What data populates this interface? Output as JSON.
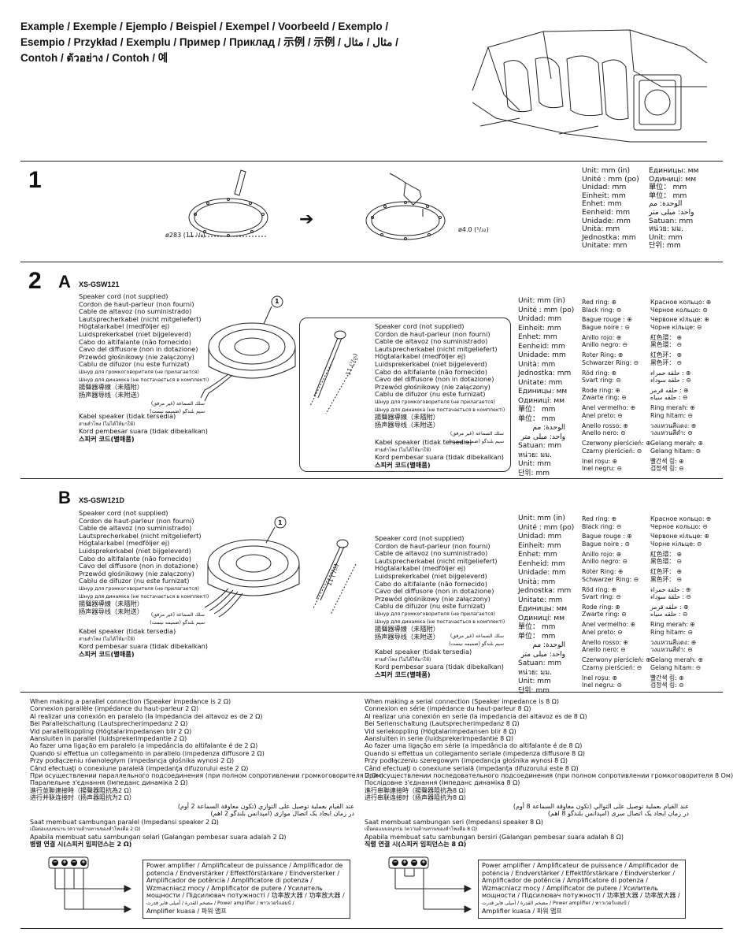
{
  "title_lines": [
    "Example / Exemple / Ejemplo / Beispiel / Exempel / Voorbeeld / Exemplo /",
    "Esempio / Przykład / Exemplu / Пример / Приклад / 示例 / 示例 / مثال / مثال /",
    "Contoh / ตัวอย่าง / Contoh / 예"
  ],
  "step1": {
    "number": "1",
    "diameter_label": "ø283 (11 ¹/₈)",
    "drill_label": "ø4.0 (⁵/₃₂)",
    "units_left": [
      "Unit: mm (in)",
      "Unité : mm (po)",
      "Unidad: mm",
      "Einheit: mm",
      "Enhet: mm",
      "Eenheid: mm",
      "Unidade: mm",
      "Unità: mm",
      "Jednostka: mm",
      "Unitate: mm"
    ],
    "units_right": [
      "Единицы: мм",
      "Одиниці: мм",
      "單位： mm",
      "单位： mm",
      "الوحدة: مم",
      "واحد: میلی متر",
      "Satuan: mm",
      "หน่วย: มม.",
      "Unit: mm",
      "단위: mm"
    ]
  },
  "step2": {
    "number": "2",
    "callout": "1",
    "cable_label": "11 (⁷/₁₆)",
    "speaker_cord": [
      "Speaker cord (not supplied)",
      "Cordon de haut-parleur (non fourni)",
      "Cable de altavoz (no suministrado)",
      "Lautsprecherkabel (nicht mitgeliefert)",
      "Högtalarkabel (medföljer ej)",
      "Luidsprekerkabel (niet bijgeleverd)",
      "Cabo do altifalante (não fornecido)",
      "Cavo del diffusore (non in dotazione)",
      "Przewód głośnikowy (nie załączony)",
      "Cablu de difuzor (nu este furnizat)",
      "Шнур для громкоговорителя (не прилагается)",
      "Шнур для динаміка (не постачається в комплекті)",
      "揚聲器導線（未隨附）",
      "扬声器导线（未附送）",
      "سلك السماعة (غير مرفق)",
      "سیم بلندگو (ضمیمه نیست)",
      "Kabel speaker (tidak tersedia)",
      "สายลำโพง (ไม่ได้ให้มาให้)",
      "Kord pembesar suara (tidak dibekalkan)",
      "스피커 코드(별매품)"
    ],
    "units_left": [
      "Unit: mm (in)",
      "Unité : mm (po)",
      "Unidad: mm",
      "Einheit: mm",
      "Enhet: mm",
      "Eenheid: mm",
      "Unidade: mm",
      "Unità: mm",
      "Jednostka: mm",
      "Unitate: mm",
      "Единицы: мм",
      "Одиниці: мм",
      "單位： mm",
      "单位： mm",
      "الوحدة: مم",
      "واحد: میلی متر",
      "Satuan: mm",
      "หน่วย: มม.",
      "Unit: mm",
      "단위: mm"
    ],
    "rings_left": [
      [
        "Red ring: ⊕",
        "Black ring: ⊖"
      ],
      [
        "Bague rouge : ⊕",
        "Bague noire : ⊖"
      ],
      [
        "Anillo rojo: ⊕",
        "Anillo negro: ⊖"
      ],
      [
        "Roter Ring: ⊕",
        "Schwarzer Ring: ⊖"
      ],
      [
        "Röd ring: ⊕",
        "Svart ring: ⊖"
      ],
      [
        "Rode ring: ⊕",
        "Zwarte ring: ⊖"
      ],
      [
        "Anel vermelho: ⊕",
        "Anel preto: ⊖"
      ],
      [
        "Anello rosso: ⊕",
        "Anello nero: ⊖"
      ],
      [
        "Czerwony pierścień: ⊕",
        "Czarny pierścień: ⊖"
      ],
      [
        "Inel roşu: ⊕",
        "Inel negru: ⊖"
      ]
    ],
    "rings_right": [
      [
        "Красное кольцо: ⊕",
        "Черное кольцо: ⊖"
      ],
      [
        "Червоне кільце: ⊕",
        "Чорне кільце: ⊖"
      ],
      [
        "紅色環： ⊕",
        "黑色環： ⊖"
      ],
      [
        "红色环： ⊕",
        "黑色环： ⊖"
      ],
      [
        "حلقة حمراء : ⊕",
        "حلقة سوداء : ⊖"
      ],
      [
        "حلقه قرمز : ⊕",
        "حلقه سیاه : ⊖"
      ],
      [
        "Ring merah: ⊕",
        "Ring hitam: ⊖"
      ],
      [
        "วงแหวนสีแดง: ⊕",
        "วงแหวนสีดำ: ⊖"
      ],
      [
        "Gelang merah: ⊕",
        "Gelang hitam: ⊖"
      ],
      [
        "빨간색 링: ⊕",
        "검정색 링: ⊖"
      ]
    ],
    "A": {
      "letter": "A",
      "model": "XS-GSW121"
    },
    "B": {
      "letter": "B",
      "model": "XS-GSW121D"
    }
  },
  "parallel": {
    "lines": [
      "When making a parallel connection (Speaker impedance is 2 Ω)",
      "Connexion parallèle (impédance du haut-parleur 2 Ω)",
      "Al realizar una conexión en paralelo (la impedancia del altavoz es de 2 Ω)",
      "Bei Parallelschaltung (Lautsprecherimpedanz 2 Ω)",
      "Vid parallellkoppling (Högtalarimpedansen blir 2 Ω)",
      "Aansluiten in parallel (luidsprekerimpedantie 2 Ω)",
      "Ao fazer uma ligação em paralelo (a impedância do altifalante é de 2 Ω)",
      "Quando si effettua un collegamento in parallelo (impedenza diffusore 2 Ω)",
      "Przy podłączeniu równoległym (impedancja głośnika wynosi 2 Ω)",
      "Când efectuaţi o conexiune paralelă (impedanţa difuzorului este 2 Ω)",
      "При осуществлении параллельного подсоединения (при полном сопротивлении громкоговорителя 2 Ом)",
      "Паралельне з'єднання (Імпеданс динаміка 2 Ω)",
      "進行並聯連接時（揚聲器阻抗為2 Ω）",
      "进行并联连接时（扬声器阻抗为2 Ω）"
    ],
    "rtl_lines": [
      "عند القيام بعملية توصيل على التوازي (تكون معاوقة السماعة 2 أوم)",
      "در زمان ایجاد یک اتصال موازی (امپدانس بلندگو 2 اهم)"
    ],
    "lines2": [
      "Saat membuat sambungan paralel (Impedansi speaker 2 Ω)",
      "เมื่อต่อแบบขนาน (ความต้านทานของลำโพงคือ 2 Ω)",
      "Apabila membuat satu sambungan selari (Galangan pembesar suara adalah 2 Ω)",
      "병렬 연결 시(스피커 임피던스는 2 Ω)"
    ]
  },
  "serial": {
    "lines": [
      "When making a serial connection (Speaker impedance is 8 Ω)",
      "Connexion en série (impédance du haut-parleur 8 Ω)",
      "Al realizar una conexión en serie (la impedancia del altavoz es de 8 Ω)",
      "Bei Serienschaltung (Lautsprecherimpedanz 8 Ω)",
      "Vid seriekoppling (Högtalarimpedansen blir 8 Ω)",
      "Aansluiten in serie (luidsprekerimpedantie 8 Ω)",
      "Ao fazer uma ligação em série (a impedância do altifalante é de 8 Ω)",
      "Quando si effettua un collegamento seriale (impedenza diffusore 8 Ω)",
      "Przy podłączeniu szeregowym (impedancja głośnika wynosi 8 Ω)",
      "Când efectuaţi o conexiune serială (impedanţa difuzorului este 8 Ω)",
      "При осуществлении последовательного подсоединения (при полном сопротивлении громкоговорителя 8 Ом)",
      "Послідовне з'єднання (Імпеданс динаміка 8 Ω)",
      "進行串聯連接時（揚聲器阻抗為8 Ω）",
      "进行串联连接时（扬声器阻抗为8 Ω）"
    ],
    "rtl_lines": [
      "عند القيام بعملية توصيل على التوالي (تكون معاوقة السماعة 8 أوم)",
      "در زمان ایجاد یک اتصال سری (امپدانس بلندگو 8 اهم)"
    ],
    "lines2": [
      "Saat membuat sambungan seri (Impedansi speaker 8 Ω)",
      "เมื่อต่อแบบอนุกรม (ความต้านทานของลำโพงคือ 8 Ω)",
      "Apabila membuat satu sambungan bersiri (Galangan pembesar suara adalah 8 Ω)",
      "직렬 연결 시(스피커 임피던스는 8 Ω)"
    ]
  },
  "amplifier": [
    "Power amplifier / Amplificateur de puissance / Amplificador de",
    "potencia / Endverstärker / Effektförstärkare / Eindversterker /",
    "Amplificador de potência / Amplificatore di potenza /",
    "Wzmacniacz mocy / Amplificator de putere / Усилитель",
    "мощности / Підсилювач потужності / 功率放大器 / 功率放大器 /",
    "مضخم القدرة / آمپلی فایر قدرت / Power amplifier / พาวเวอร์แอมป์ /",
    "Amplifier kuasa / 파워 앰프"
  ],
  "terminal_marks": {
    "plus": "+",
    "minus": "−"
  }
}
